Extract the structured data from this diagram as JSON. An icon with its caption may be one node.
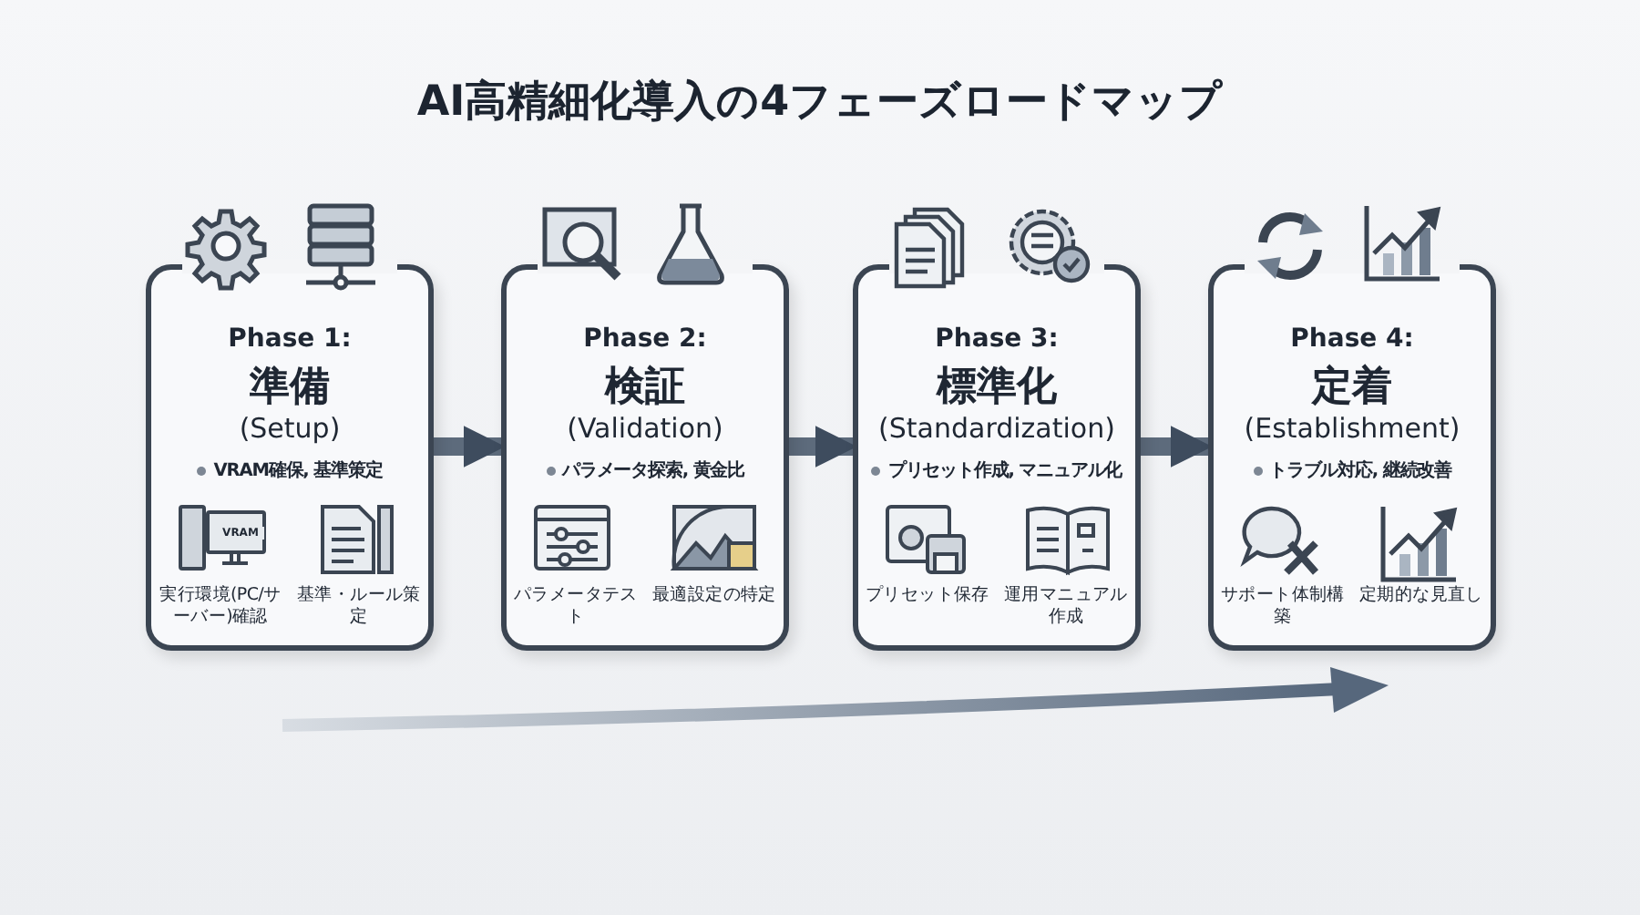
{
  "diagram": {
    "title": "AI高精細化導入の4フェーズロードマップ",
    "nodes": [
      {
        "text": [
          "Phase 1:",
          "準備",
          "(Setup)",
          "VRAM確保, 基準策定",
          "実行環境(PC/サーバー)確認",
          "基準・ルール策定"
        ]
      },
      {
        "text": [
          "Phase 2:",
          "検証",
          "(Validation)",
          "パラメータ探索, 黄金比",
          "パラメータテスト",
          "最適設定の特定"
        ]
      },
      {
        "text": [
          "Phase 3:",
          "標準化",
          "(Standardization)",
          "プリセット作成, マニュアル化",
          "プリセット保存",
          "運用マニュアル作成"
        ]
      },
      {
        "text": [
          "Phase 4:",
          "定着",
          "(Establishment)",
          "トラブル対応, 継続改善",
          "サポート体制構築",
          "定期的な見直し"
        ]
      }
    ],
    "edges": [
      {
        "from": 0,
        "to": 1,
        "arrow": "to"
      },
      {
        "from": 1,
        "to": 2,
        "arrow": "to"
      },
      {
        "from": 2,
        "to": 3,
        "arrow": "to"
      }
    ],
    "labels": [
      "VRAM"
    ]
  }
}
